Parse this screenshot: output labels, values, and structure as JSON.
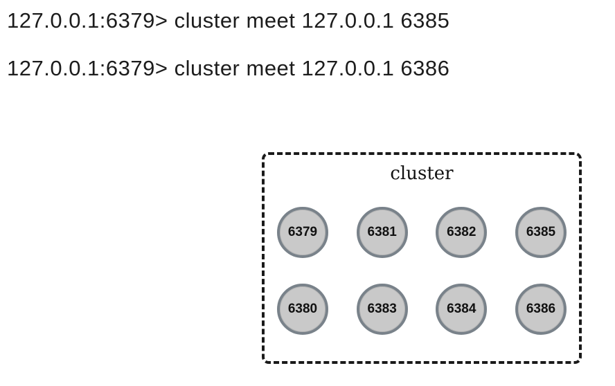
{
  "terminal": {
    "lines": [
      "127.0.0.1:6379> cluster meet 127.0.0.1 6385",
      "127.0.0.1:6379> cluster meet 127.0.0.1 6386"
    ]
  },
  "cluster": {
    "label": "cluster",
    "rows": [
      [
        "6379",
        "6381",
        "6382",
        "6385"
      ],
      [
        "6380",
        "6383",
        "6384",
        "6386"
      ]
    ]
  },
  "colors": {
    "node_fill": "#c9c9c9",
    "node_border": "#79828a",
    "box_border": "#1a1a1a",
    "text": "#1c1c1c"
  }
}
